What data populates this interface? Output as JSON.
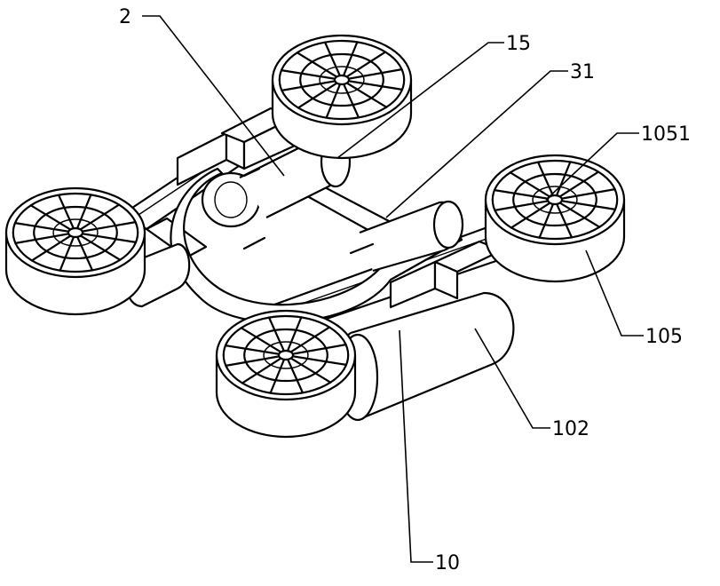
{
  "labels": {
    "l2": "2",
    "l15": "15",
    "l31": "31",
    "l1051": "1051",
    "l105": "105",
    "l102": "102",
    "l10": "10"
  }
}
